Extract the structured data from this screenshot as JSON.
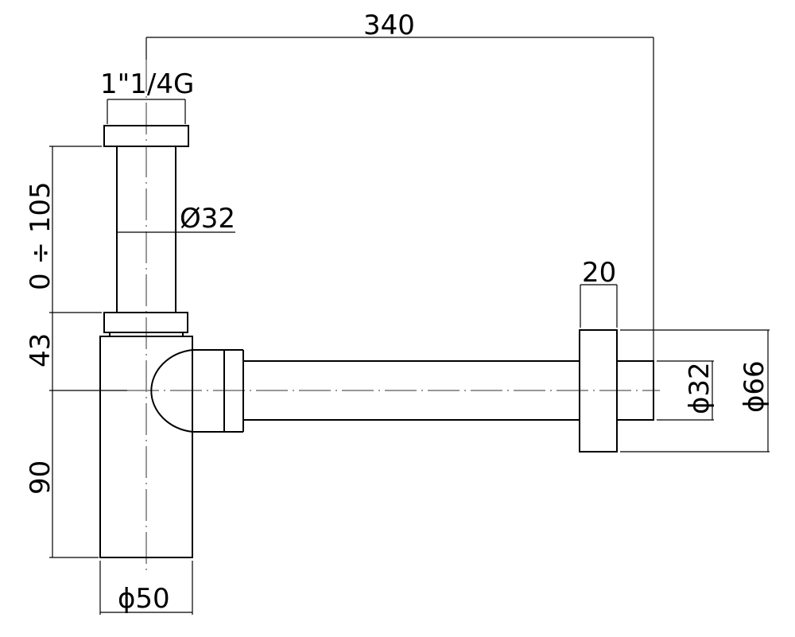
{
  "drawing": {
    "title": "Bottle trap technical drawing",
    "stroke_color": "#000000",
    "centerline_color": "#777777",
    "background": "#ffffff",
    "dimensions": {
      "overall_projection": "340",
      "thread_size": "1\"1/4G",
      "upper_pipe_diameter": "Ø32",
      "height_adjust_range": "0 ÷ 105",
      "nut_to_outlet_axis": "43",
      "body_height": "90",
      "body_diameter": "ϕ50",
      "flange_thickness": "20",
      "outlet_pipe_diameter": "ϕ32",
      "flange_diameter": "ϕ66"
    }
  }
}
